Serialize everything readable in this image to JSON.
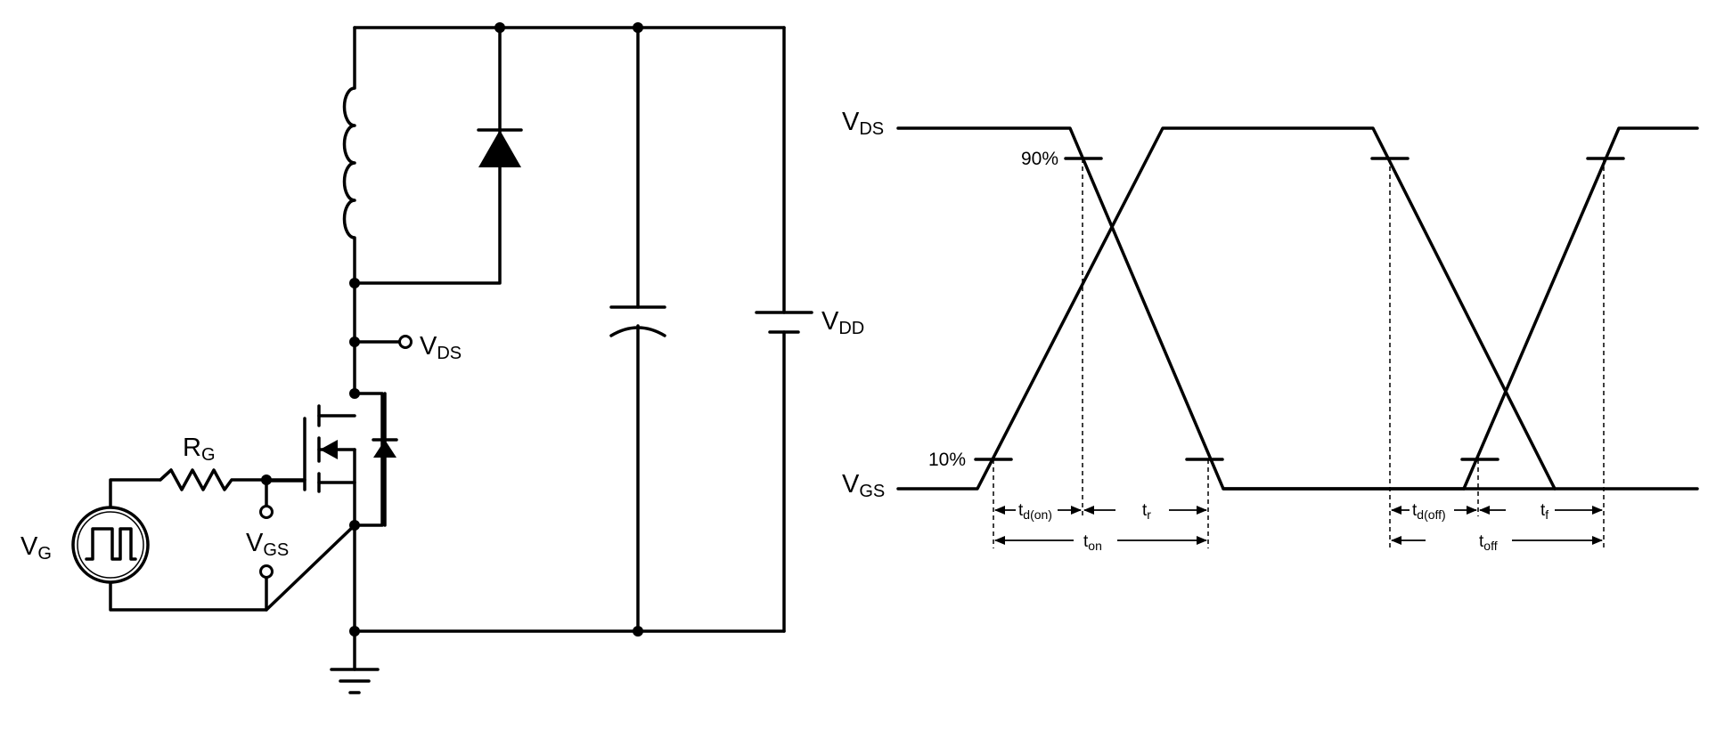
{
  "circuit": {
    "vg_main": "V",
    "vg_sub": "G",
    "rg_main": "R",
    "rg_sub": "G",
    "vgs_main": "V",
    "vgs_sub": "GS",
    "vds_main": "V",
    "vds_sub": "DS",
    "vdd_main": "V",
    "vdd_sub": "DD"
  },
  "waveform": {
    "vds_main": "V",
    "vds_sub": "DS",
    "vgs_main": "V",
    "vgs_sub": "GS",
    "pct90": "90%",
    "pct10": "10%",
    "td_on_main": "t",
    "td_on_sub": "d(on)",
    "tr_main": "t",
    "tr_sub": "r",
    "ton_main": "t",
    "ton_sub": "on",
    "td_off_main": "t",
    "td_off_sub": "d(off)",
    "tf_main": "t",
    "tf_sub": "f",
    "toff_main": "t",
    "toff_sub": "off"
  }
}
